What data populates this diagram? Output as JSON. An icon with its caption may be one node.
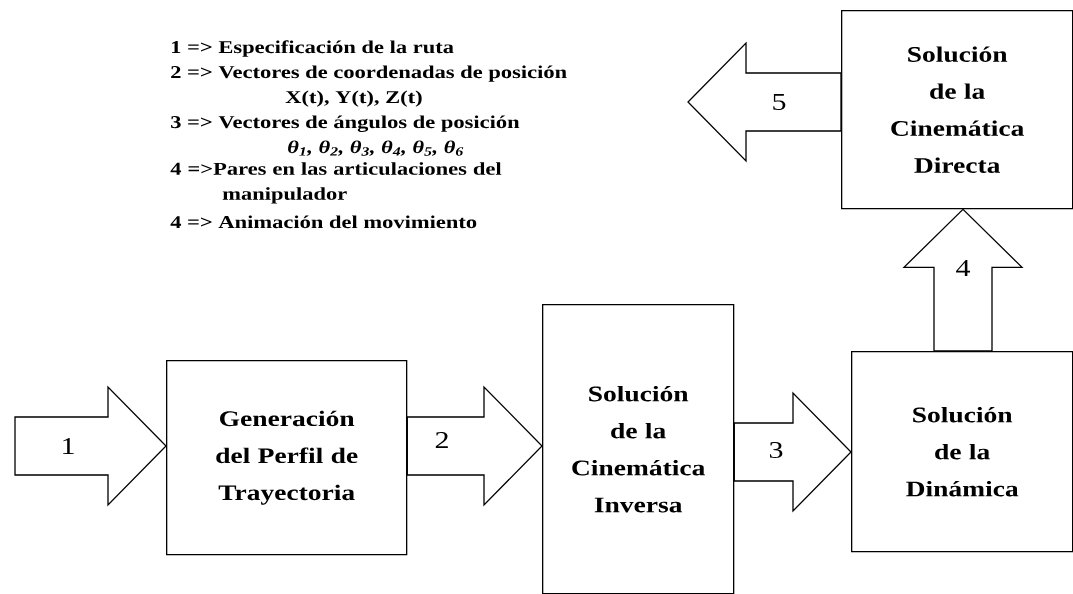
{
  "diagram": {
    "nodes": [
      {
        "text": [
          "Generación del Perfil de Trayectoria"
        ]
      },
      {
        "text": [
          "Solución de la Cinemática Inversa"
        ]
      },
      {
        "text": [
          "Solución de la Dinámica"
        ]
      },
      {
        "text": [
          "Solución de la Cinemática Directa"
        ]
      }
    ],
    "edges": [
      {
        "from": null,
        "to": 0,
        "arrow": "to",
        "label": "1"
      },
      {
        "from": 0,
        "to": 1,
        "arrow": "to",
        "label": "2"
      },
      {
        "from": 1,
        "to": 2,
        "arrow": "to",
        "label": "3"
      },
      {
        "from": 2,
        "to": 3,
        "arrow": "to",
        "label": "4"
      },
      {
        "from": 3,
        "to": null,
        "arrow": "to",
        "label": "5"
      }
    ],
    "labels": [
      "1 => Especificación de la ruta",
      "2 => Vectores de coordenadas de posición",
      "X(t), Y(t), Z(t)",
      "3 => Vectores de ángulos de posición",
      "θ$_{1}$, θ$_{2}$, θ$_{3}$, θ$_{4}$, θ$_{5}$, θ$_{6}$",
      "4 =>Pares en las articulaciones del manipulador",
      "4 => Animación del movimiento"
    ]
  }
}
